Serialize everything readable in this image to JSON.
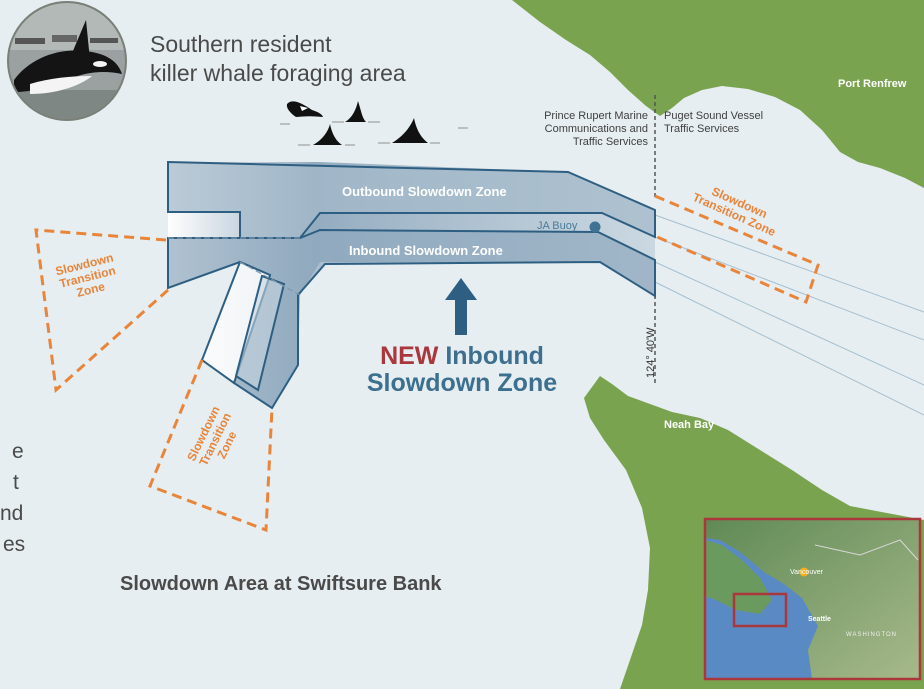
{
  "colors": {
    "water": "#e6eef1",
    "land": "#7aa350",
    "zone_fill": "#8fa8bd",
    "zone_stroke": "#2e5f82",
    "transition": "#e8853a",
    "new_red": "#a9373b",
    "new_blue": "#3d6f8e"
  },
  "labels": {
    "port_renfrew": "Port Renfrew",
    "neah_bay": "Neah Bay",
    "prince_rupert": [
      "Prince Rupert Marine",
      "Communications and",
      "Traffic Services"
    ],
    "puget_sound": [
      "Puget Sound Vessel",
      "Traffic Services"
    ],
    "outbound_zone": "Outbound Slowdown Zone",
    "inbound_zone": "Inbound Slowdown Zone",
    "ja_buoy": "JA Buoy",
    "meridian": "124° 40'W",
    "transition_right": [
      "Slowdown",
      "Transition Zone"
    ],
    "transition_left": [
      "Slowdown",
      "Transition",
      "Zone"
    ],
    "transition_bottom": [
      "Slowdown",
      "Transition",
      "Zone"
    ],
    "foraging": [
      "Southern resident",
      "killer whale foraging area"
    ],
    "new_word": "NEW",
    "new_rest": "Inbound",
    "new_line2": "Slowdown Zone",
    "title": "Slowdown Area at Swiftsure Bank",
    "side_text": [
      "e",
      "t",
      "nd",
      "es"
    ]
  },
  "inset": {
    "place_labels": [
      "Vancouver",
      "Seattle",
      "WASHINGTON"
    ]
  },
  "icons": {
    "photo": "orca-breaching-photo",
    "whales": "orca-fin-icon",
    "arrow": "up-arrow-icon",
    "buoy": "buoy-marker-icon"
  }
}
